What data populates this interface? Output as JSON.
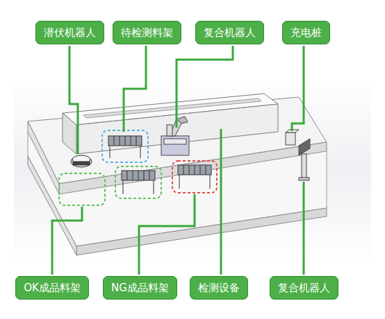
{
  "diagram": {
    "nodes": [
      {
        "text": [
          "潜伏机器人"
        ]
      },
      {
        "text": [
          "待检测料架"
        ]
      },
      {
        "text": [
          "复合机器人"
        ]
      },
      {
        "text": [
          "充电桩"
        ]
      },
      {
        "text": [
          "OK成品料架"
        ]
      },
      {
        "text": [
          "NG成品料架"
        ]
      },
      {
        "text": [
          "检测设备"
        ]
      },
      {
        "text": [
          "复合机器人"
        ]
      }
    ]
  }
}
